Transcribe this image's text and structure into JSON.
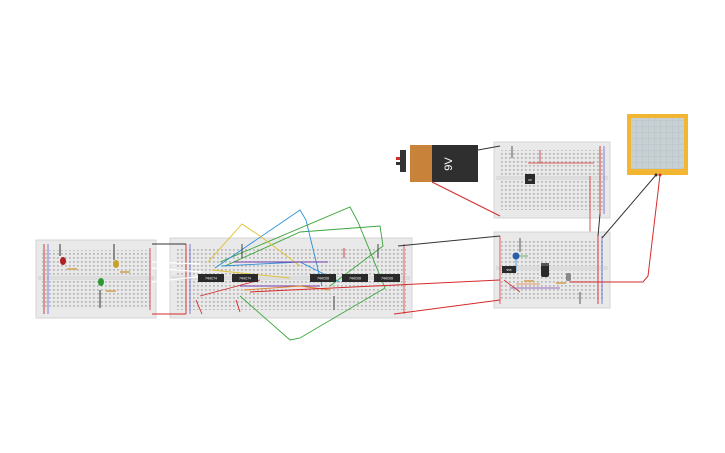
{
  "battery": {
    "label": "9V",
    "body_color": "#c8823a",
    "top_color": "#2f2f2f"
  },
  "chips": [
    {
      "label": "74HC74"
    },
    {
      "label": "74HC74"
    },
    {
      "label": "74HC08"
    },
    {
      "label": "74HC08"
    },
    {
      "label": "74HC08"
    }
  ],
  "small_chips": [
    {
      "label": "555"
    },
    {
      "label": "MI"
    }
  ],
  "colors": {
    "breadboard": "#e9e9e9",
    "rail_red": "#d63a3a",
    "rail_blue": "#3a3ad6",
    "wire_red": "#d42b2b",
    "wire_black": "#333333",
    "wire_green": "#3aa63a",
    "wire_blue": "#2a8fd6",
    "wire_yellow": "#e0c030",
    "wire_purple": "#7a3fb0",
    "wire_orange": "#e0822a",
    "monitor_frame": "#f2b632",
    "monitor_screen": "#c7d1d4"
  },
  "leds": [
    {
      "color": "#b02020"
    },
    {
      "color": "#c9a12a"
    },
    {
      "color": "#2e9a2e"
    }
  ]
}
